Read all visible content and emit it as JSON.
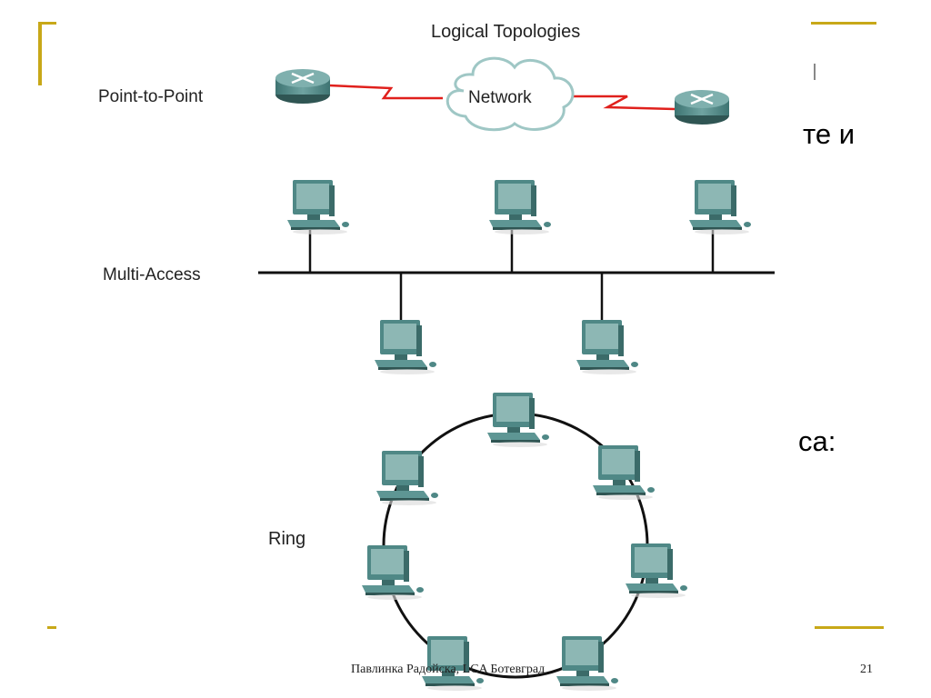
{
  "slide": {
    "partial_lines": [
      "те и",
      "са:"
    ],
    "footer_author": "Павлинка Радойска, LCA Ботевград",
    "page_number": "21",
    "accent_color": "#C8A818"
  },
  "diagram": {
    "title": "Logical Topologies",
    "labels": {
      "point_to_point": "Point-to-Point",
      "multi_access": "Multi-Access",
      "ring": "Ring"
    },
    "cloud_label": "Network",
    "link_color": "#E0201C",
    "device_color": "#4F8886"
  }
}
